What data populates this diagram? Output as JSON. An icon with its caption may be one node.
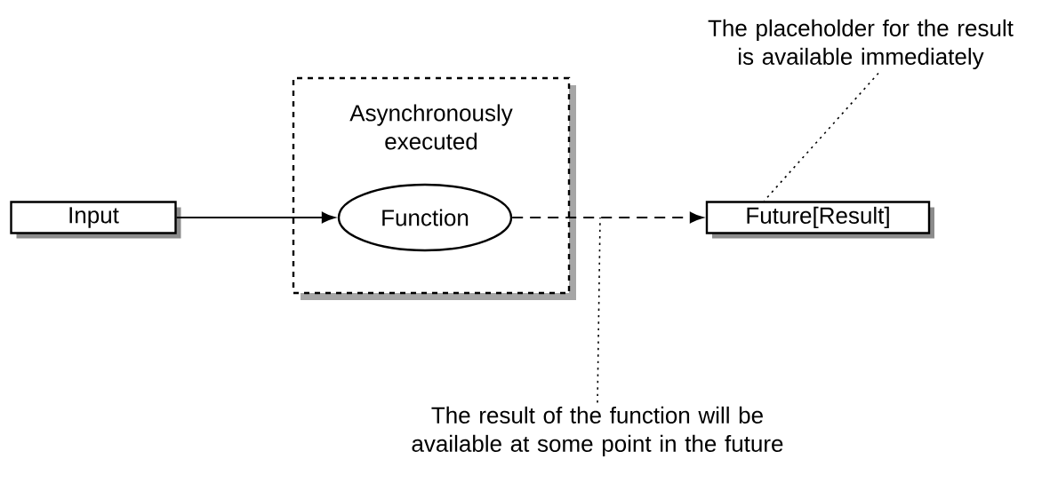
{
  "diagram": {
    "nodes": [
      {
        "text": [
          "Input"
        ]
      },
      {
        "text": [
          "Asynchronously executed"
        ]
      },
      {
        "text": [
          "Function"
        ],
        "in": 1
      },
      {
        "text": [
          "Future[Result]"
        ]
      },
      {
        "text": [
          "The placeholder for the result is available immediately"
        ]
      },
      {
        "text": [
          "The result of the function will be available at some point in the future"
        ]
      }
    ],
    "edges": [
      {
        "from": 0,
        "to": 2,
        "arrow": "to"
      },
      {
        "from": 2,
        "to": 3,
        "arrow": "to",
        "style": "dashed"
      },
      {
        "from": 4,
        "to": 3,
        "arrow": "none",
        "style": "dashed"
      },
      {
        "from": 5,
        "to": null,
        "arrow": "none",
        "style": "dashed"
      }
    ]
  }
}
